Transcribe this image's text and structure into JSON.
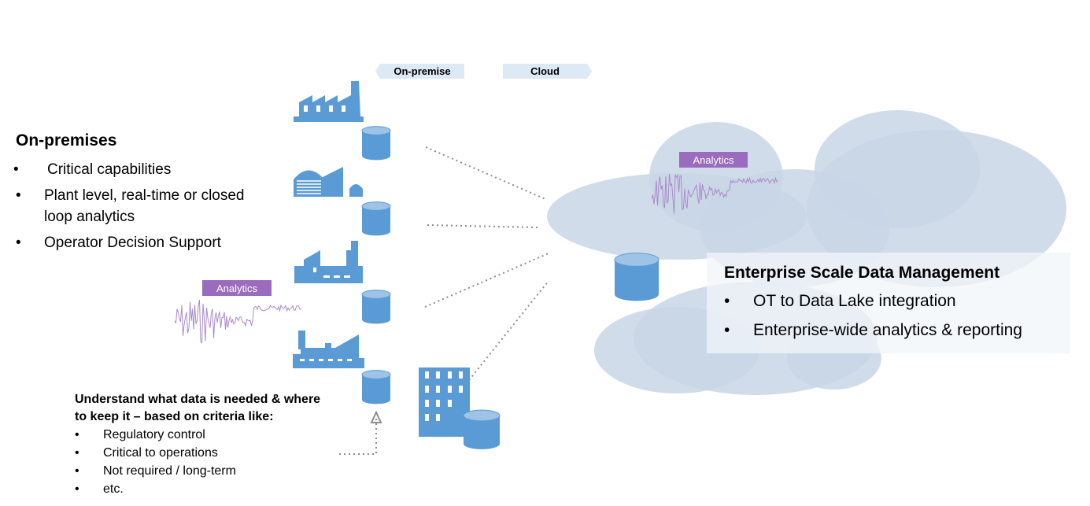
{
  "banner": {
    "on_premise": "On-premise",
    "cloud": "Cloud"
  },
  "on_premises": {
    "title": "On-premises",
    "items": [
      "Critical capabilities",
      "Plant level, real-time or closed",
      "loop analytics",
      "Operator Decision Support"
    ],
    "bullet": "•"
  },
  "analytics_labels": {
    "left": "Analytics",
    "cloud": "Analytics"
  },
  "criteria": {
    "title_line1": "Understand what data is needed & where",
    "title_line2": "to keep it – based on criteria like:",
    "items": [
      "Regulatory control",
      "Critical to operations",
      "Not required / long-term",
      "etc."
    ]
  },
  "enterprise": {
    "title": "Enterprise Scale Data Management",
    "items": [
      "OT to Data Lake integration",
      "Enterprise-wide analytics & reporting"
    ]
  },
  "colors": {
    "icon_blue": "#5b9bd5",
    "cylinder_top": "#9dc3e6",
    "cloud_fill": "#c9d6e6",
    "banner_fill": "#dde9f5",
    "analytics_purple": "#9b6bbd",
    "dotted_gray": "#8c8c8c"
  },
  "icons": [
    "factory-icon",
    "refinery-icon",
    "plant-icon",
    "mill-icon",
    "office-building-icon",
    "database-icon",
    "cloud-icon",
    "signal-waveform-icon"
  ]
}
